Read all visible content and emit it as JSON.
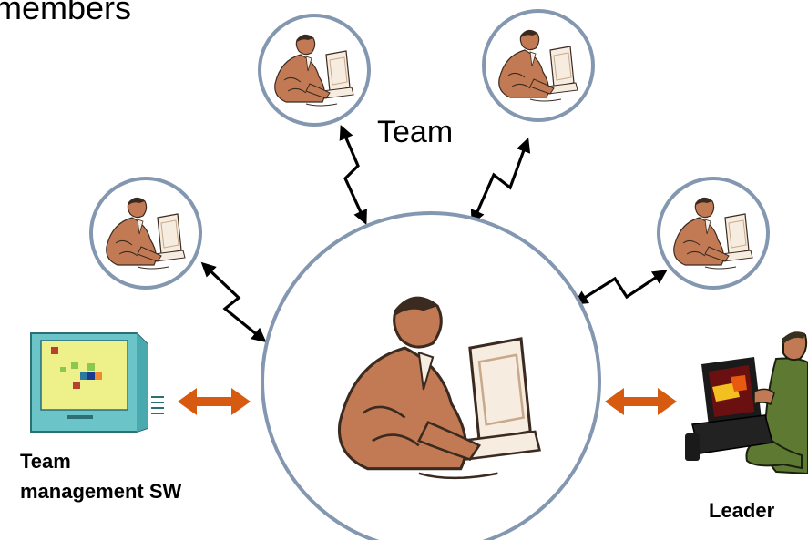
{
  "title": "members",
  "team_label": "Team",
  "software": {
    "line1": "Team",
    "line2": "management SW"
  },
  "leader_label": "Leader",
  "colors": {
    "circle_stroke": "#8497b0",
    "link_arrow": "#000000",
    "exchange_arrow": "#d65a10",
    "person_skin": "#c27a55",
    "person_outline": "#3a2a20",
    "computer_fill": "#f6ece0",
    "monitor_body": "#6bc4c8",
    "screen_fill": "#eef08a",
    "leader_uniform": "#5e7a32",
    "laptop_body": "#1a1a1a"
  },
  "icons": {
    "member_node": "person-at-computer-icon",
    "center_node": "leader-at-computer-icon",
    "software_node": "computer-monitor-icon",
    "leader_node": "soldier-with-laptop-icon"
  }
}
